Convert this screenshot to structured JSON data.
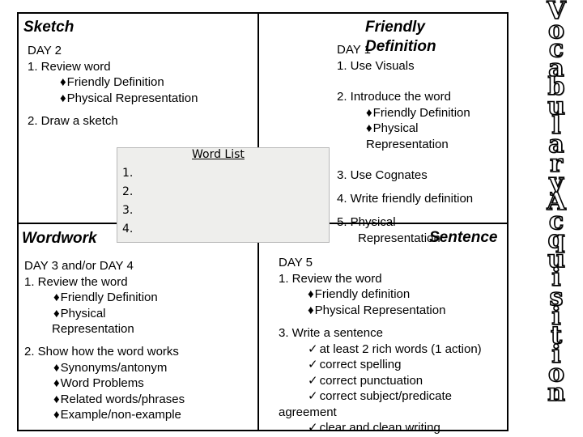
{
  "sketch": {
    "title": "Sketch",
    "day": "DAY 2",
    "step1": "1.  Review word",
    "bullets": [
      "Friendly Definition",
      "Physical Representation"
    ],
    "step2": "2.  Draw a sketch"
  },
  "friendly": {
    "title_line1": "Friendly",
    "title_line2": "Definition",
    "day": "DAY 1",
    "step1": "1.  Use Visuals",
    "step2": "2.  Introduce the word",
    "step2_bullets": [
      "Friendly Definition",
      "Physical"
    ],
    "step2_cont": "Representation",
    "step3": "3.  Use Cognates",
    "step4": "4.  Write friendly definition",
    "step5": "5.  Physical",
    "step5_cont": "Representation"
  },
  "wordlist": {
    "title": "Word List",
    "items": [
      "1.",
      "2.",
      "3.",
      "4."
    ]
  },
  "wordwork": {
    "title": "Wordwork",
    "day": "DAY 3 and/or DAY 4",
    "step1": "1.  Review the word",
    "step1_bullets": [
      "Friendly Definition",
      "Physical"
    ],
    "step1_cont": "Representation",
    "step2": "2.  Show how the word works",
    "step2_bullets": [
      "Synonyms/antonym",
      "Word Problems",
      "Related words/phrases",
      "Example/non-example"
    ]
  },
  "sentence": {
    "title": "Sentence",
    "day": "DAY 5",
    "step1": "1.  Review the word",
    "step1_bullets": [
      "Friendly definition",
      "Physical Representation"
    ],
    "step3": "3.  Write a sentence",
    "checks": [
      "at least 2 rich words (1 action)",
      "correct spelling",
      "correct punctuation",
      "correct subject/predicate"
    ],
    "check4_cont": "agreement",
    "check5": "clear and clean writing"
  },
  "vertical_title": {
    "letters": [
      "V",
      "o",
      "c",
      "a",
      "b",
      "u",
      "l",
      "a",
      "r",
      "y",
      "A",
      "c",
      "q",
      "u",
      "i",
      "s",
      "i",
      "t",
      "i",
      "o",
      "n"
    ]
  }
}
